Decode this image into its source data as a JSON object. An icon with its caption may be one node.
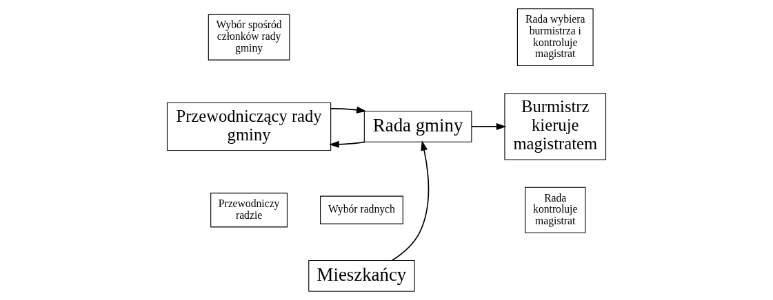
{
  "diagram": {
    "nodes": [
      {
        "text": [
          "Wybór spośród członków rady gminy"
        ]
      },
      {
        "text": [
          "Rada wybiera burmistrza i kontroluje magistrat"
        ]
      },
      {
        "text": [
          "Przewodniczący rady gminy"
        ]
      },
      {
        "text": [
          "Rada gminy"
        ]
      },
      {
        "text": [
          "Burmistrz kieruje magistratem"
        ]
      },
      {
        "text": [
          "Przewodniczy radzie"
        ]
      },
      {
        "text": [
          "Wybór radnych"
        ]
      },
      {
        "text": [
          "Rada kontroluje magistrat"
        ]
      },
      {
        "text": [
          "Mieszkańcy"
        ]
      }
    ],
    "edges": [
      {
        "from": 3,
        "to": 2,
        "arrow": "to"
      },
      {
        "from": 2,
        "to": 3,
        "arrow": "to"
      },
      {
        "from": 3,
        "to": 4,
        "arrow": "to"
      },
      {
        "from": 8,
        "to": 3,
        "arrow": "to"
      }
    ]
  }
}
